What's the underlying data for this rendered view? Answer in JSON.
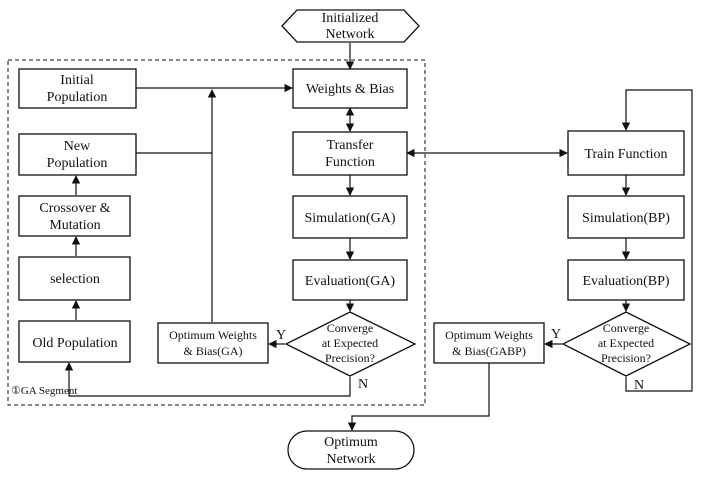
{
  "nodes": {
    "initialized_network": [
      "Initialized",
      "Network"
    ],
    "initial_population": [
      "Initial",
      "Population"
    ],
    "new_population": [
      "New",
      "Population"
    ],
    "crossover_mutation": [
      "Crossover &",
      "Mutation"
    ],
    "selection": [
      "selection"
    ],
    "old_population": [
      "Old Population"
    ],
    "weights_bias": [
      "Weights & Bias"
    ],
    "transfer_function": [
      "Transfer",
      "Function"
    ],
    "simulation_ga": [
      "Simulation(GA)"
    ],
    "evaluation_ga": [
      "Evaluation(GA)"
    ],
    "converge_ga": [
      "Converge",
      "at Expected",
      "Precision?"
    ],
    "optimum_weights_ga": [
      "Optimum Weights",
      "& Bias(GA)"
    ],
    "train_function": [
      "Train Function"
    ],
    "simulation_bp": [
      "Simulation(BP)"
    ],
    "evaluation_bp": [
      "Evaluation(BP)"
    ],
    "converge_bp": [
      "Converge",
      "at Expected",
      "Precision?"
    ],
    "optimum_weights_gabp": [
      "Optimum Weights",
      "& Bias(GABP)"
    ],
    "optimum_network": [
      "Optimum",
      "Network"
    ]
  },
  "branch_labels": {
    "ga_yes": "Y",
    "ga_no": "N",
    "bp_yes": "Y",
    "bp_no": "N"
  },
  "segment_label": "①GA Segment"
}
